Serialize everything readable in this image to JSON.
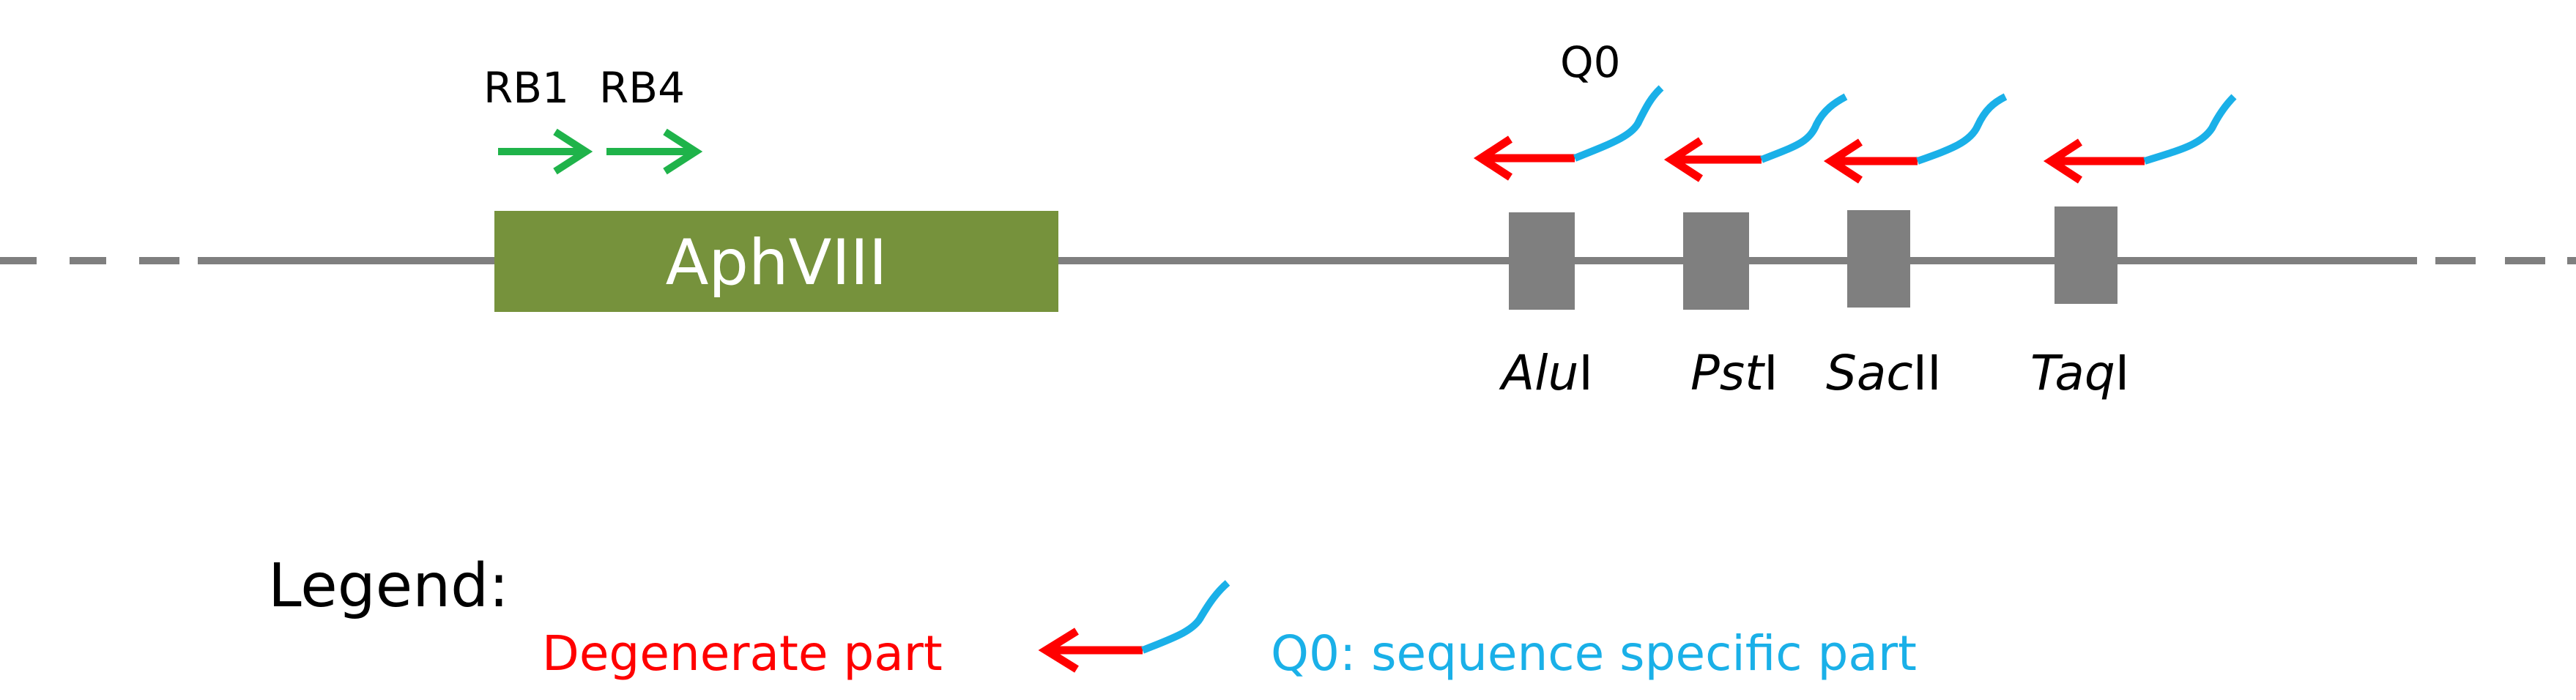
{
  "primers": {
    "rb1_label": "RB1",
    "rb4_label": "RB4",
    "color": "#1fb34a"
  },
  "gene": {
    "label": "AphVIII",
    "color": "#76923c"
  },
  "q0_label": "Q0",
  "sites": [
    {
      "italic": "Alu",
      "suffix": "I"
    },
    {
      "italic": "Pst",
      "suffix": "I"
    },
    {
      "italic": "Sac",
      "suffix": "II"
    },
    {
      "italic": "Taq",
      "suffix": "I"
    }
  ],
  "legend": {
    "title": "Legend:",
    "degenerate_label": "Degenerate part",
    "specific_label": "Q0: sequence specific part"
  },
  "colors": {
    "backbone": "#7f7f7f",
    "site_box": "#7f7f7f",
    "degenerate": "#ff0000",
    "specific": "#1ab0e8"
  }
}
